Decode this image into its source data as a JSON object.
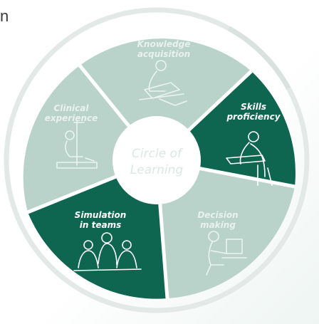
{
  "corner_text": "n",
  "center": {
    "line1": "Circle of",
    "line2": "Learning"
  },
  "segments": [
    {
      "id": "knowledge",
      "lines": [
        "Knowledge",
        "acquisition"
      ],
      "highlighted": false
    },
    {
      "id": "skills",
      "lines": [
        "Skills",
        "proficiency"
      ],
      "highlighted": true
    },
    {
      "id": "decision",
      "lines": [
        "Decision",
        "making"
      ],
      "highlighted": false
    },
    {
      "id": "simulation",
      "lines": [
        "Simulation",
        "in teams"
      ],
      "highlighted": true
    },
    {
      "id": "clinical",
      "lines": [
        "Clinical",
        "experience"
      ],
      "highlighted": false
    }
  ],
  "colors": {
    "light_segment": "#b9d3ca",
    "dark_segment": "#0e6650",
    "divider": "#ffffff",
    "outer_ring": "#e3e9e6",
    "center": "#ffffff",
    "light_text": "#e9f1ee",
    "dark_text": "#ffffff"
  }
}
